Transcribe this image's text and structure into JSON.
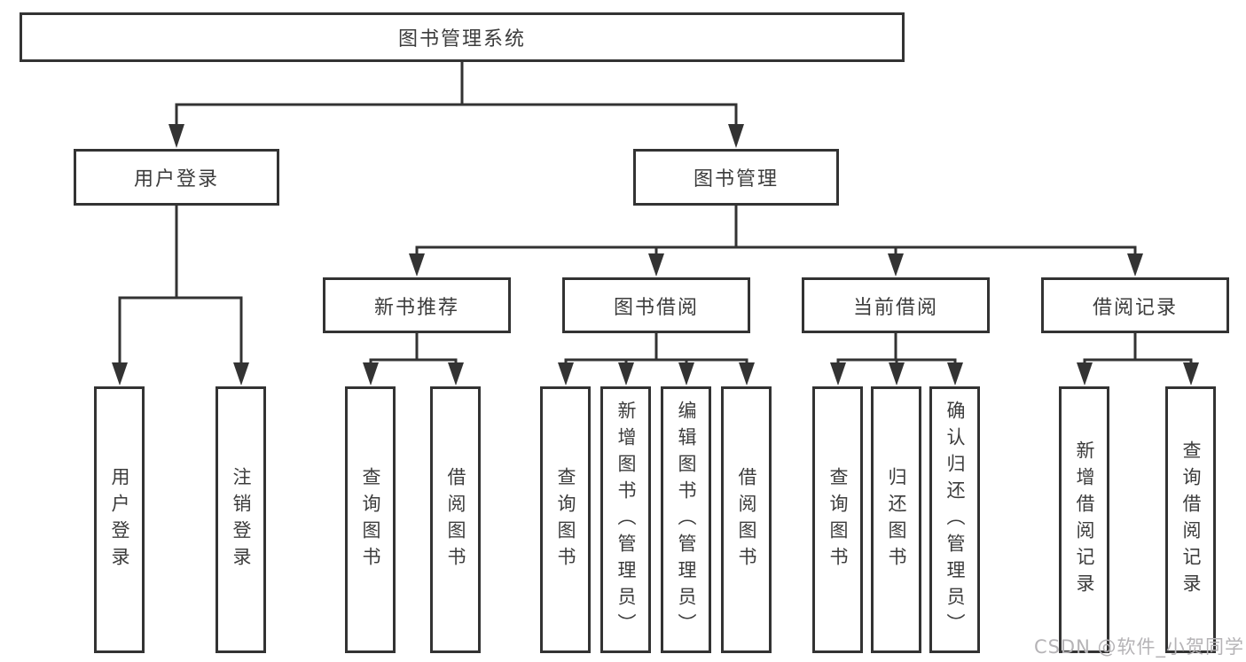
{
  "diagram": {
    "tree": {
      "root": {
        "label": "图书管理系统"
      },
      "branches": [
        {
          "label": "用户登录",
          "children": [
            {
              "label": "用户登录"
            },
            {
              "label": "注销登录"
            }
          ]
        },
        {
          "label": "图书管理",
          "children": [
            {
              "label": "新书推荐",
              "children": [
                {
                  "label": "查询图书"
                },
                {
                  "label": "借阅图书"
                }
              ]
            },
            {
              "label": "图书借阅",
              "children": [
                {
                  "label": "查询图书"
                },
                {
                  "label": "新增图书（管理员）"
                },
                {
                  "label": "编辑图书（管理员）"
                },
                {
                  "label": "借阅图书"
                }
              ]
            },
            {
              "label": "当前借阅",
              "children": [
                {
                  "label": "查询图书"
                },
                {
                  "label": "归还图书"
                },
                {
                  "label": "确认归还（管理员）"
                }
              ]
            },
            {
              "label": "借阅记录",
              "children": [
                {
                  "label": "新增借阅记录"
                },
                {
                  "label": "查询借阅记录"
                }
              ]
            }
          ]
        }
      ]
    },
    "colors": {
      "line": "#333333",
      "node_text": "#3c3c3c",
      "node_fill": "#ffffff",
      "background": "#ffffff",
      "watermark": "#b5b3b6"
    }
  },
  "watermark": {
    "text": "CSDN @软件_小贺同学"
  }
}
